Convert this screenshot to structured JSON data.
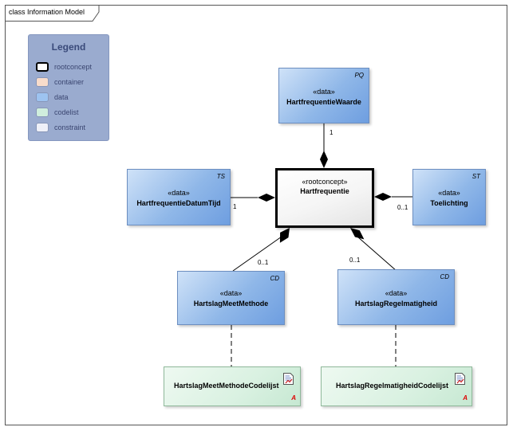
{
  "diagram": {
    "frame_title": "class Information Model"
  },
  "legend": {
    "title": "Legend",
    "items": [
      {
        "label": "rootconcept",
        "color": "#ffffff",
        "border": "#000000"
      },
      {
        "label": "container",
        "color": "#f8dccb",
        "border": "#8896b8"
      },
      {
        "label": "data",
        "color": "#9dc3f0",
        "border": "#8896b8"
      },
      {
        "label": "codelist",
        "color": "#cfeedd",
        "border": "#8896b8"
      },
      {
        "label": "constraint",
        "color": "#eef0f8",
        "border": "#8896b8"
      }
    ]
  },
  "classes": {
    "root": {
      "stereotype": "«rootconcept»",
      "name": "Hartfrequentie"
    },
    "waarde": {
      "stereotype": "«data»",
      "name": "HartfrequentieWaarde",
      "tag": "PQ"
    },
    "datumtijd": {
      "stereotype": "«data»",
      "name": "HartfrequentieDatumTijd",
      "tag": "TS"
    },
    "toelichting": {
      "stereotype": "«data»",
      "name": "Toelichting",
      "tag": "ST"
    },
    "meetmethode": {
      "stereotype": "«data»",
      "name": "HartslagMeetMethode",
      "tag": "CD"
    },
    "regelmatigheid": {
      "stereotype": "«data»",
      "name": "HartslagRegelmatigheid",
      "tag": "CD"
    }
  },
  "codelists": {
    "meetmethode": {
      "name": "HartslagMeetMethodeCodelijst",
      "abstract_mark": "A"
    },
    "regelmatigheid": {
      "name": "HartslagRegelmatigheidCodelijst",
      "abstract_mark": "A"
    }
  },
  "multiplicities": {
    "waarde": "1",
    "datumtijd": "1",
    "toelichting": "0..1",
    "meetmethode": "0..1",
    "regelmatigheid": "0..1"
  },
  "colors": {
    "data_class": "#8fb7e8",
    "codelist_class": "#d9f1e1",
    "legend_bg": "#9aabcf",
    "abstract_mark": "#dd0000"
  }
}
